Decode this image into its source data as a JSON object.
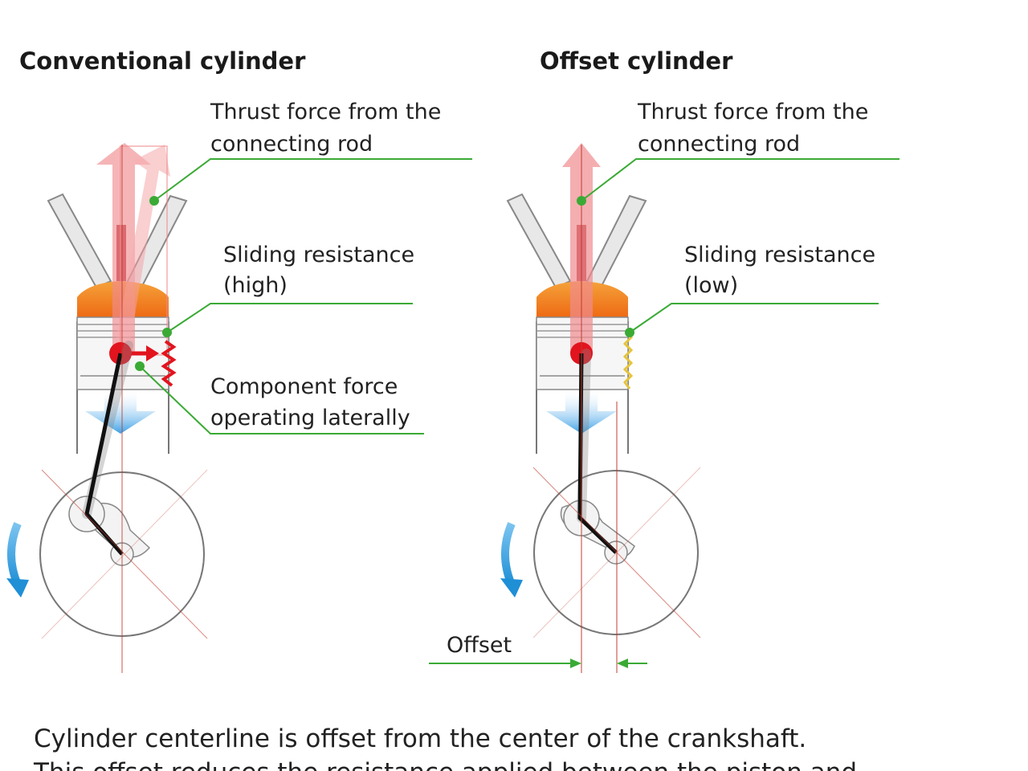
{
  "headings": {
    "conventional": "Conventional cylinder",
    "offset": "Offset cylinder"
  },
  "conventional_labels": {
    "thrust_line1": "Thrust force from the",
    "thrust_line2": "connecting rod",
    "sliding_line1": "Sliding resistance",
    "sliding_line2": "(high)",
    "component_line1": "Component force",
    "component_line2": "operating laterally"
  },
  "offset_labels": {
    "thrust_line1": "Thrust force from the",
    "thrust_line2": "connecting rod",
    "sliding_line1": "Sliding resistance",
    "sliding_line2": "(low)",
    "offset": "Offset"
  },
  "caption": {
    "line1": "Cylinder centerline is offset from the center of the crankshaft.",
    "line2": "This offset reduces the resistance applied between the piston and"
  },
  "colors": {
    "leader_green": "#3aaa35",
    "piston_pin_red": "#e2141e",
    "thrust_arrow_pink": "#f08b8f",
    "down_arrow_blue": "#4aa8e8",
    "rotation_arrow_blue": "#2d9ad8",
    "chamber_orange": "#f28a1e",
    "centerline_red": "#c0392b",
    "friction_yellow": "#e6c43a"
  }
}
